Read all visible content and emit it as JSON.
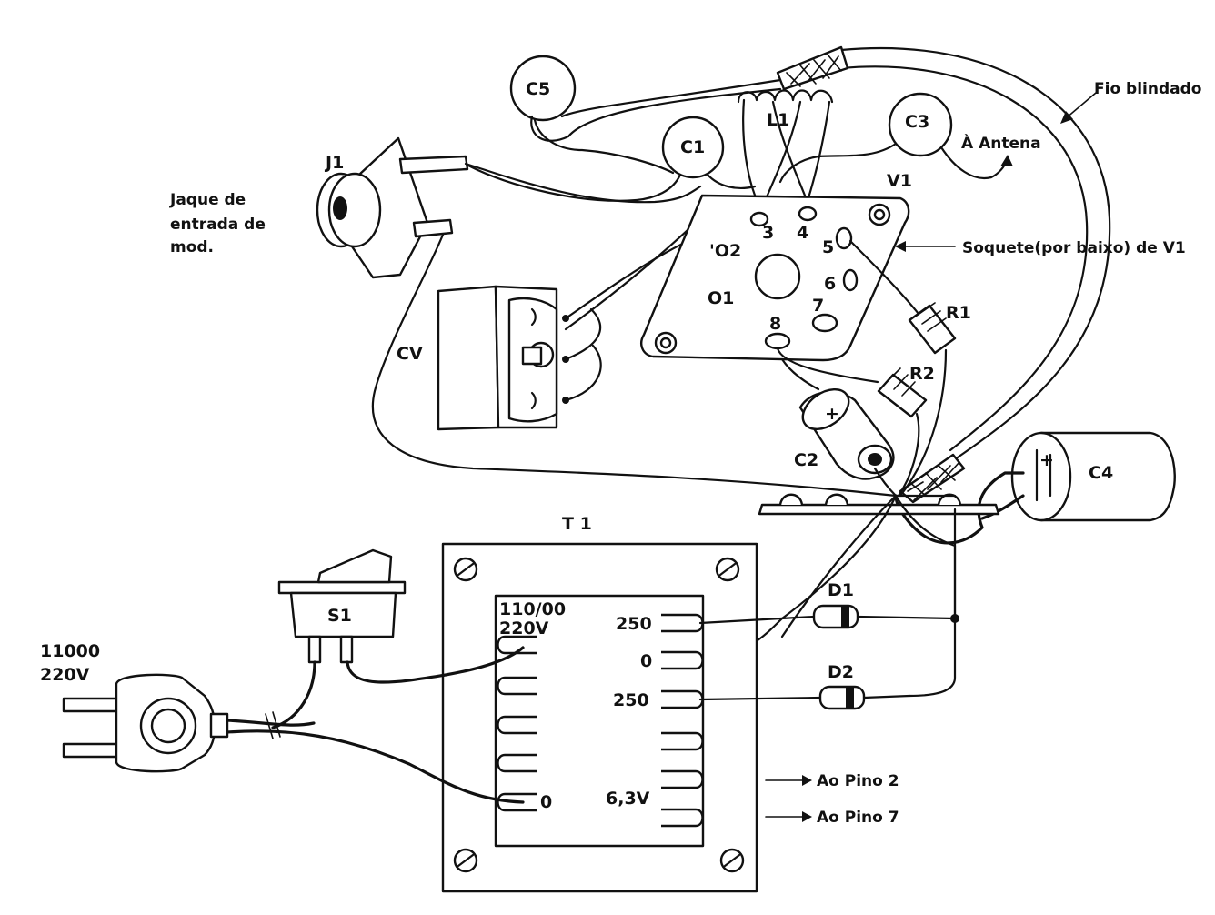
{
  "labels": {
    "c5": "C5",
    "l1": "L1",
    "c3": "C3",
    "c1": "C1",
    "j1": "J1",
    "v1": "V1",
    "fio_blindado": "Fio  blindado",
    "a_antena": "À Antena",
    "jaque_line1": "Jaque  de",
    "jaque_line2": "entrada de",
    "jaque_line3": "mod.",
    "soquete": "Soquete(por baixo) de V1",
    "cv": "CV",
    "r1": "R1",
    "r2": "R2",
    "c2": "C2",
    "c4": "C4",
    "t1": "T 1",
    "s1": "S1",
    "d1": "D1",
    "d2": "D2",
    "mains_line1": "11000",
    "mains_line2": "220V",
    "primary_line1": "110/00",
    "primary_line2": "220V",
    "primary_zero": "0",
    "sec_250_top": "250",
    "sec_zero": "0",
    "sec_250_bottom": "250",
    "sec_63": "6,3V",
    "ao_pino2": "Ao  Pino 2",
    "ao_pino7": "Ao   Pino 7",
    "plus_c2": "+",
    "plus_c4": "+"
  },
  "socket_pins": [
    "'O2",
    "3",
    "4",
    "5",
    "6",
    "O1",
    "7",
    "8"
  ]
}
